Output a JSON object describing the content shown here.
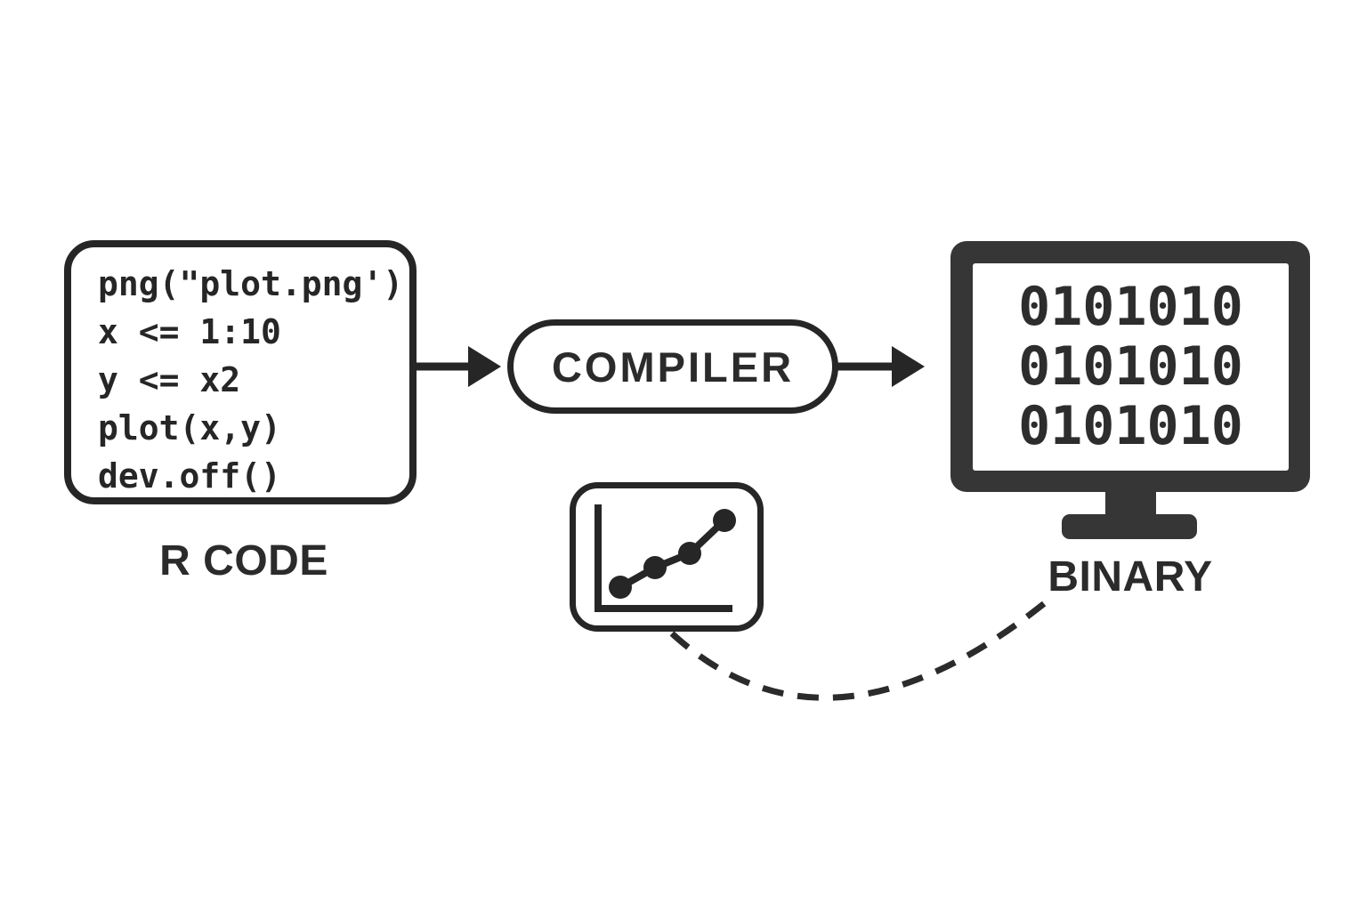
{
  "background": "#ffffff",
  "colors": {
    "ink": "#262626",
    "label_text": "#2b2b2b",
    "monitor_fill": "#363636"
  },
  "code_box": {
    "lines": [
      "png(\"plot.png')",
      "x <= 1:10",
      "y <= x2",
      "plot(x,y)",
      "dev.off()"
    ],
    "label": "R CODE"
  },
  "compiler": {
    "label": "COMPILER"
  },
  "monitor": {
    "screen_lines": [
      "0101010",
      "0101010",
      "0101010"
    ],
    "label": "BINARY"
  },
  "icons": {
    "arrow_1": "arrow-right-icon",
    "arrow_2": "arrow-right-icon",
    "plot_thumbnail": "line-chart-icon",
    "connector": "dashed-curve-connector"
  }
}
